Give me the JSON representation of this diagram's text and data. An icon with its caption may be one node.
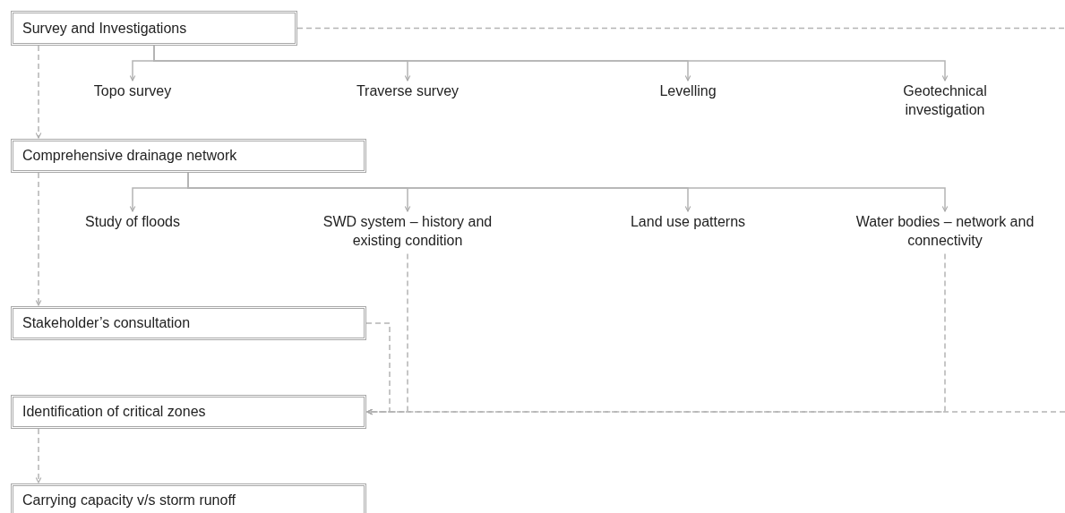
{
  "diagram": {
    "nodes": [
      {
        "text": [
          "Survey and Investigations"
        ]
      },
      {
        "text": [
          "Topo survey"
        ]
      },
      {
        "text": [
          "Traverse survey"
        ]
      },
      {
        "text": [
          "Levelling"
        ]
      },
      {
        "text": [
          "Geotechnical investigation"
        ]
      },
      {
        "text": [
          "Comprehensive drainage network"
        ]
      },
      {
        "text": [
          "Study of floods"
        ]
      },
      {
        "text": [
          "SWD system – history and existing condition"
        ]
      },
      {
        "text": [
          "Land use patterns"
        ]
      },
      {
        "text": [
          "Water bodies – network and connectivity"
        ]
      },
      {
        "text": [
          "Stakeholder’s consultation"
        ]
      },
      {
        "text": [
          "Identification of critical zones"
        ]
      },
      {
        "text": [
          "Carrying capacity v/s storm runoff"
        ]
      }
    ],
    "edges": [
      {
        "from": 0,
        "to": 1,
        "arrow": "to"
      },
      {
        "from": 0,
        "to": 2,
        "arrow": "to"
      },
      {
        "from": 0,
        "to": 3,
        "arrow": "to"
      },
      {
        "from": 0,
        "to": 4,
        "arrow": "to"
      },
      {
        "from": 0,
        "to": 5,
        "arrow": "to",
        "style": "dashed"
      },
      {
        "from": 5,
        "to": 6,
        "arrow": "to"
      },
      {
        "from": 5,
        "to": 7,
        "arrow": "to"
      },
      {
        "from": 5,
        "to": 8,
        "arrow": "to"
      },
      {
        "from": 5,
        "to": 9,
        "arrow": "to"
      },
      {
        "from": 5,
        "to": 10,
        "arrow": "to",
        "style": "dashed"
      },
      {
        "from": 10,
        "to": 11,
        "arrow": "to",
        "style": "dashed"
      },
      {
        "from": 7,
        "to": 11,
        "arrow": "to",
        "style": "dashed"
      },
      {
        "from": 9,
        "to": 11,
        "arrow": "to",
        "style": "dashed"
      },
      {
        "from": null,
        "to": 11,
        "arrow": "to",
        "style": "dashed"
      },
      {
        "from": 11,
        "to": 12,
        "arrow": "to",
        "style": "dashed"
      },
      {
        "from": 0,
        "to": null,
        "arrow": "none",
        "style": "dashed"
      }
    ]
  }
}
